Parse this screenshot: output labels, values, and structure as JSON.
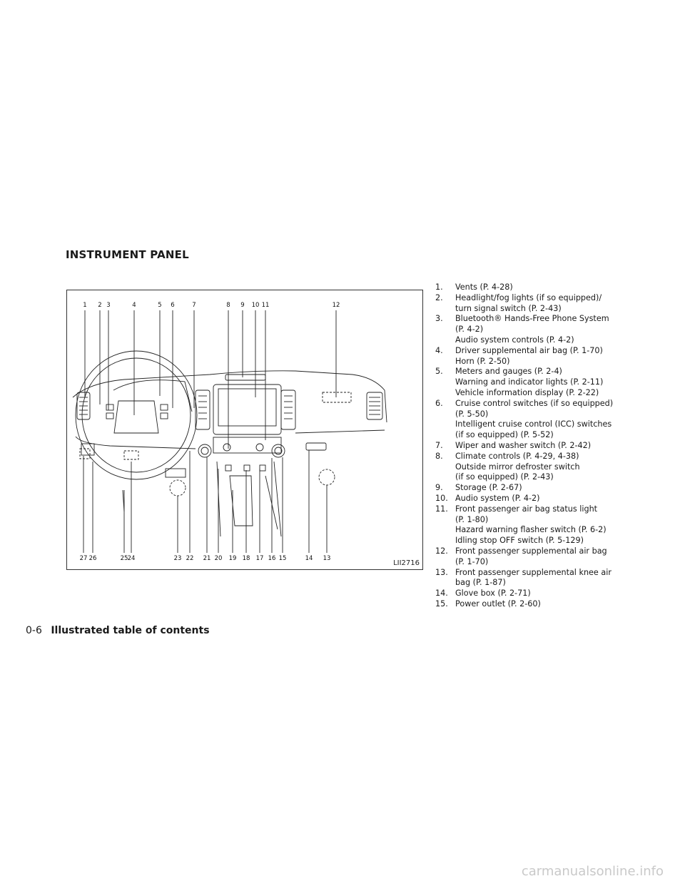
{
  "section_title": "INSTRUMENT PANEL",
  "figure": {
    "id": "LII2716",
    "top_callouts": [
      "1",
      "2",
      "3",
      "4",
      "5",
      "6",
      "7",
      "8",
      "9",
      "10",
      "11",
      "12"
    ],
    "bottom_callouts": [
      "27",
      "26",
      "25",
      "24",
      "23",
      "22",
      "21",
      "20",
      "19",
      "18",
      "17",
      "16",
      "15",
      "14",
      "13"
    ]
  },
  "legend": [
    {
      "num": "1.",
      "lines": [
        "Vents (P. 4-28)"
      ]
    },
    {
      "num": "2.",
      "lines": [
        "Headlight/fog lights (if so equipped)/",
        "turn signal switch (P. 2-43)"
      ]
    },
    {
      "num": "3.",
      "lines": [
        "Bluetooth® Hands-Free Phone System",
        "(P. 4-2)",
        "Audio system controls (P. 4-2)"
      ]
    },
    {
      "num": "4.",
      "lines": [
        "Driver supplemental air bag (P. 1-70)",
        "Horn (P. 2-50)"
      ]
    },
    {
      "num": "5.",
      "lines": [
        "Meters and gauges (P. 2-4)",
        "Warning and indicator lights (P. 2-11)",
        "Vehicle information display (P. 2-22)"
      ]
    },
    {
      "num": "6.",
      "lines": [
        "Cruise control switches (if so equipped)",
        "(P. 5-50)",
        "Intelligent cruise control (ICC) switches",
        "(if so equipped) (P. 5-52)"
      ]
    },
    {
      "num": "7.",
      "lines": [
        "Wiper and washer switch (P. 2-42)"
      ]
    },
    {
      "num": "8.",
      "lines": [
        "Climate controls (P. 4-29, 4-38)",
        "Outside mirror defroster switch",
        "(if so equipped) (P. 2-43)"
      ]
    },
    {
      "num": "9.",
      "lines": [
        "Storage (P. 2-67)"
      ]
    },
    {
      "num": "10.",
      "lines": [
        "Audio system (P. 4-2)"
      ]
    },
    {
      "num": "11.",
      "lines": [
        "Front passenger air bag status light",
        "(P. 1-80)",
        "Hazard warning flasher switch (P. 6-2)",
        "Idling stop OFF switch (P. 5-129)"
      ]
    },
    {
      "num": "12.",
      "lines": [
        "Front passenger supplemental air bag",
        "(P. 1-70)"
      ]
    },
    {
      "num": "13.",
      "lines": [
        "Front passenger supplemental knee air",
        "bag (P. 1-87)"
      ]
    },
    {
      "num": "14.",
      "lines": [
        "Glove box (P. 2-71)"
      ]
    },
    {
      "num": "15.",
      "lines": [
        "Power outlet (P. 2-60)"
      ]
    }
  ],
  "footer": {
    "page_number": "0-6",
    "section": "Illustrated table of contents"
  },
  "watermark": "carmanualsonline.info"
}
